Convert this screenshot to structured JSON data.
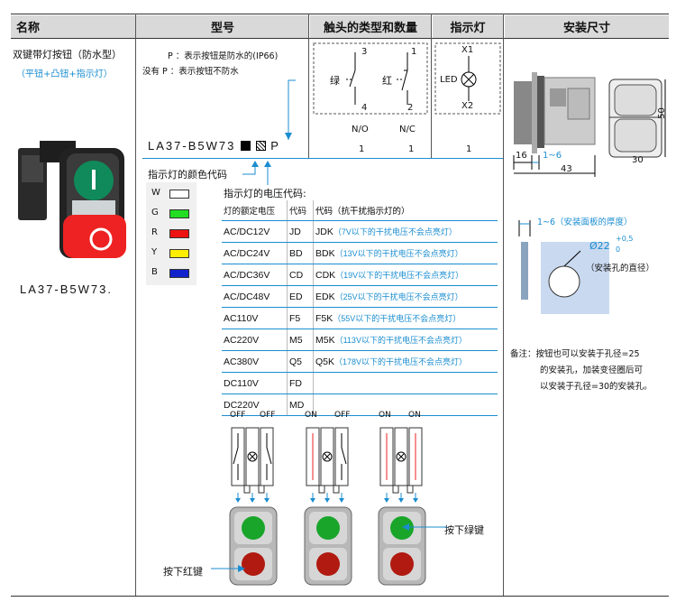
{
  "headers": {
    "name": "名称",
    "model": "型号",
    "contacts": "触头的类型和数量",
    "indicator": "指示灯",
    "mount": "安装尺寸"
  },
  "product": {
    "name": "双键带灯按钮（防水型）",
    "sub": "（平钮+凸钮+指示灯）",
    "model_caption": "LA37-B5W73."
  },
  "model_notes": {
    "line1": "P ：表示按钮是防水的(IP66)",
    "line2": "没有 P ：表示按钮不防水"
  },
  "model_code": {
    "prefix": "LA37-B5W73",
    "suffix": "P"
  },
  "color_code_label": "指示灯的颜色代码",
  "colors": [
    {
      "code": "W",
      "hex": "#ffffff"
    },
    {
      "code": "G",
      "hex": "#22dd22"
    },
    {
      "code": "R",
      "hex": "#ee1111"
    },
    {
      "code": "Y",
      "hex": "#ffee00"
    },
    {
      "code": "B",
      "hex": "#1122cc"
    }
  ],
  "voltage_label": "指示灯的电压代码:",
  "voltage_table": {
    "headers": [
      "灯的额定电压",
      "代码",
      "代码（抗干扰指示灯的）"
    ],
    "rows": [
      {
        "v": "AC/DC12V",
        "code": "JD",
        "code2": "JDK",
        "note": "（7V以下的干扰电压不会点亮灯）"
      },
      {
        "v": "AC/DC24V",
        "code": "BD",
        "code2": "BDK",
        "note": "（13V以下的干扰电压不会点亮灯）"
      },
      {
        "v": "AC/DC36V",
        "code": "CD",
        "code2": "CDK",
        "note": "（19V以下的干扰电压不会点亮灯）"
      },
      {
        "v": "AC/DC48V",
        "code": "ED",
        "code2": "EDK",
        "note": "（25V以下的干扰电压不会点亮灯）"
      },
      {
        "v": "AC110V",
        "code": "F5",
        "code2": "F5K",
        "note": "（55V以下的干扰电压不会点亮灯）"
      },
      {
        "v": "AC220V",
        "code": "M5",
        "code2": "M5K",
        "note": "（113V以下的干扰电压不会点亮灯）"
      },
      {
        "v": "AC380V",
        "code": "Q5",
        "code2": "Q5K",
        "note": "（178V以下的干扰电压不会点亮灯）"
      },
      {
        "v": "DC110V",
        "code": "FD",
        "code2": "",
        "note": ""
      },
      {
        "v": "DC220V",
        "code": "MD",
        "code2": "",
        "note": ""
      }
    ]
  },
  "contacts": {
    "green": "绿",
    "red": "红",
    "t3": "3",
    "t4": "4",
    "t1": "1",
    "t2": "2",
    "no": "N/O",
    "nc": "N/C",
    "count_no": "1",
    "count_nc": "1"
  },
  "indicator": {
    "x1": "X1",
    "x2": "X2",
    "led": "LED",
    "count": "1"
  },
  "mount": {
    "d16": "16",
    "d1_6": "1~6",
    "d43": "43",
    "d30": "30",
    "d50": "50",
    "thickness": "1~6（安装面板的厚度）",
    "hole": "Ø22",
    "tol_up": "+0,5",
    "tol_low": "0",
    "hole_label": "（安装孔的直径）",
    "note1": "备注：按钮也可以安装于孔径=25",
    "note2": "的安装孔，加装变径圈后可",
    "note3": "以安装于孔径=30的安装孔。"
  },
  "states": [
    {
      "a": "OFF",
      "b": "OFF"
    },
    {
      "a": "ON",
      "b": "OFF"
    },
    {
      "a": "ON",
      "b": "ON"
    }
  ],
  "press_green": "按下绿键",
  "press_red": "按下红键"
}
